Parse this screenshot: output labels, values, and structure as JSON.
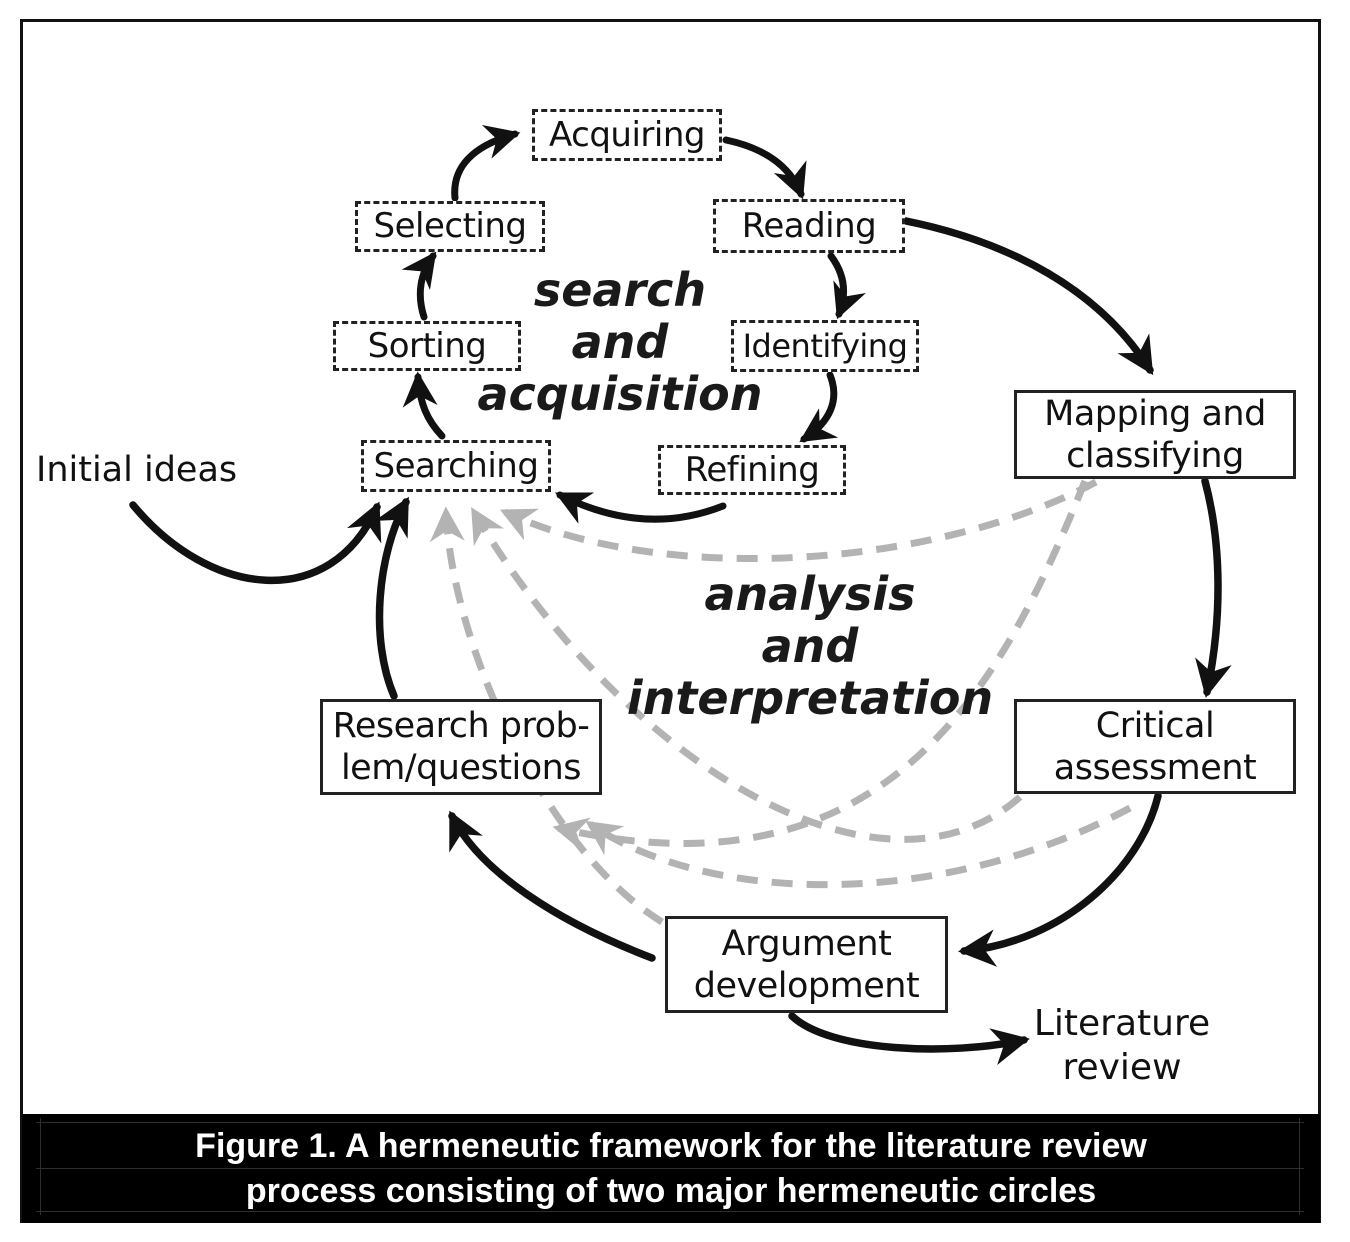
{
  "diagram": {
    "nodes": {
      "acquiring": {
        "label": "Acquiring",
        "style": "dashed"
      },
      "reading": {
        "label": "Reading",
        "style": "dashed"
      },
      "identifying": {
        "label": "Identifying",
        "style": "dashed"
      },
      "refining": {
        "label": "Refining",
        "style": "dashed"
      },
      "searching": {
        "label": "Searching",
        "style": "dashed"
      },
      "sorting": {
        "label": "Sorting",
        "style": "dashed"
      },
      "selecting": {
        "label": "Selecting",
        "style": "dashed"
      },
      "mapping": {
        "label": "Mapping and\nclassifying",
        "style": "solid"
      },
      "critical": {
        "label": "Critical\nassessment",
        "style": "solid"
      },
      "research": {
        "label": "Research prob-\nlem/questions",
        "style": "solid"
      },
      "argument": {
        "label": "Argument\ndevelopment",
        "style": "solid"
      }
    },
    "cycle_labels": {
      "search_acquisition": "search\nand\nacquisition",
      "analysis_interpretation": "analysis\nand\ninterpretation"
    },
    "annotations": {
      "initial_ideas": "Initial ideas",
      "literature_review": "Literature\nreview"
    },
    "edges": {
      "solid_black": [
        {
          "from": "initial_ideas",
          "to": "searching"
        },
        {
          "from": "searching",
          "to": "sorting"
        },
        {
          "from": "sorting",
          "to": "selecting"
        },
        {
          "from": "selecting",
          "to": "acquiring"
        },
        {
          "from": "acquiring",
          "to": "reading"
        },
        {
          "from": "reading",
          "to": "identifying"
        },
        {
          "from": "identifying",
          "to": "refining"
        },
        {
          "from": "refining",
          "to": "searching"
        },
        {
          "from": "reading",
          "to": "mapping"
        },
        {
          "from": "mapping",
          "to": "critical"
        },
        {
          "from": "critical",
          "to": "argument"
        },
        {
          "from": "argument",
          "to": "research"
        },
        {
          "from": "research",
          "to": "searching"
        },
        {
          "from": "argument",
          "to": "literature_review"
        }
      ],
      "dashed_gray": [
        {
          "from": "mapping",
          "to": "searching"
        },
        {
          "from": "critical",
          "to": "searching"
        },
        {
          "from": "argument",
          "to": "searching"
        },
        {
          "from": "critical",
          "to": "research"
        },
        {
          "from": "mapping",
          "to": "research"
        }
      ]
    },
    "colors": {
      "line_black": "#111111",
      "dashed_gray": "#b3b3b3",
      "caption_bg": "#000000",
      "caption_text": "#ffffff"
    }
  },
  "caption": {
    "text": "Figure 1. A hermeneutic framework for the literature review\nprocess consisting of two major hermeneutic circles"
  }
}
